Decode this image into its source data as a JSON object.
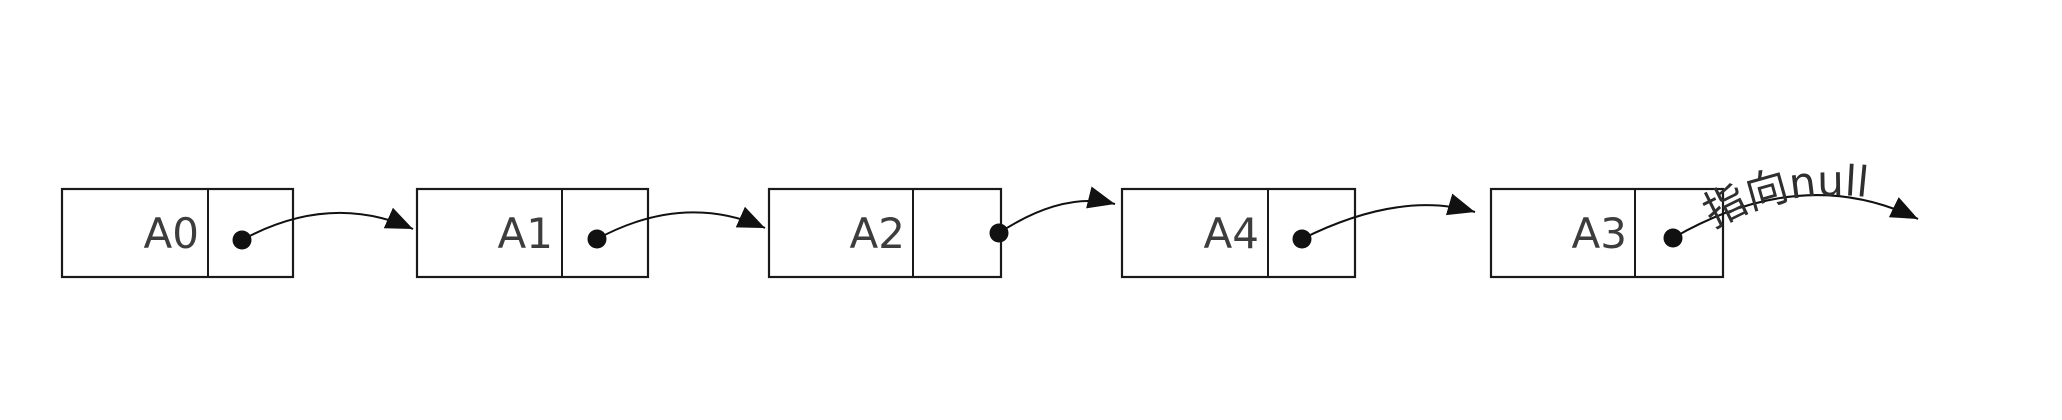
{
  "diagram": {
    "description": "singly linked list of five nodes, each node has a value cell and a pointer cell with a dot; arrows link each node to the next; last pointer arrow is annotated as pointing to null",
    "nodes": [
      {
        "label": "A0"
      },
      {
        "label": "A1"
      },
      {
        "label": "A2"
      },
      {
        "label": "A4"
      },
      {
        "label": "A3"
      }
    ],
    "links": [
      {
        "from": "A0",
        "to": "A1"
      },
      {
        "from": "A1",
        "to": "A2"
      },
      {
        "from": "A2",
        "to": "A4"
      },
      {
        "from": "A4",
        "to": "A3"
      },
      {
        "from": "A3",
        "to": "null"
      }
    ],
    "tail_annotation": "指向null",
    "colors": {
      "background": "#ffffff",
      "box_stroke": "#1a1a1a",
      "node_label": "#3d3d3d",
      "arrow": "#111111",
      "annotation_text": "#2f2f2f"
    }
  }
}
